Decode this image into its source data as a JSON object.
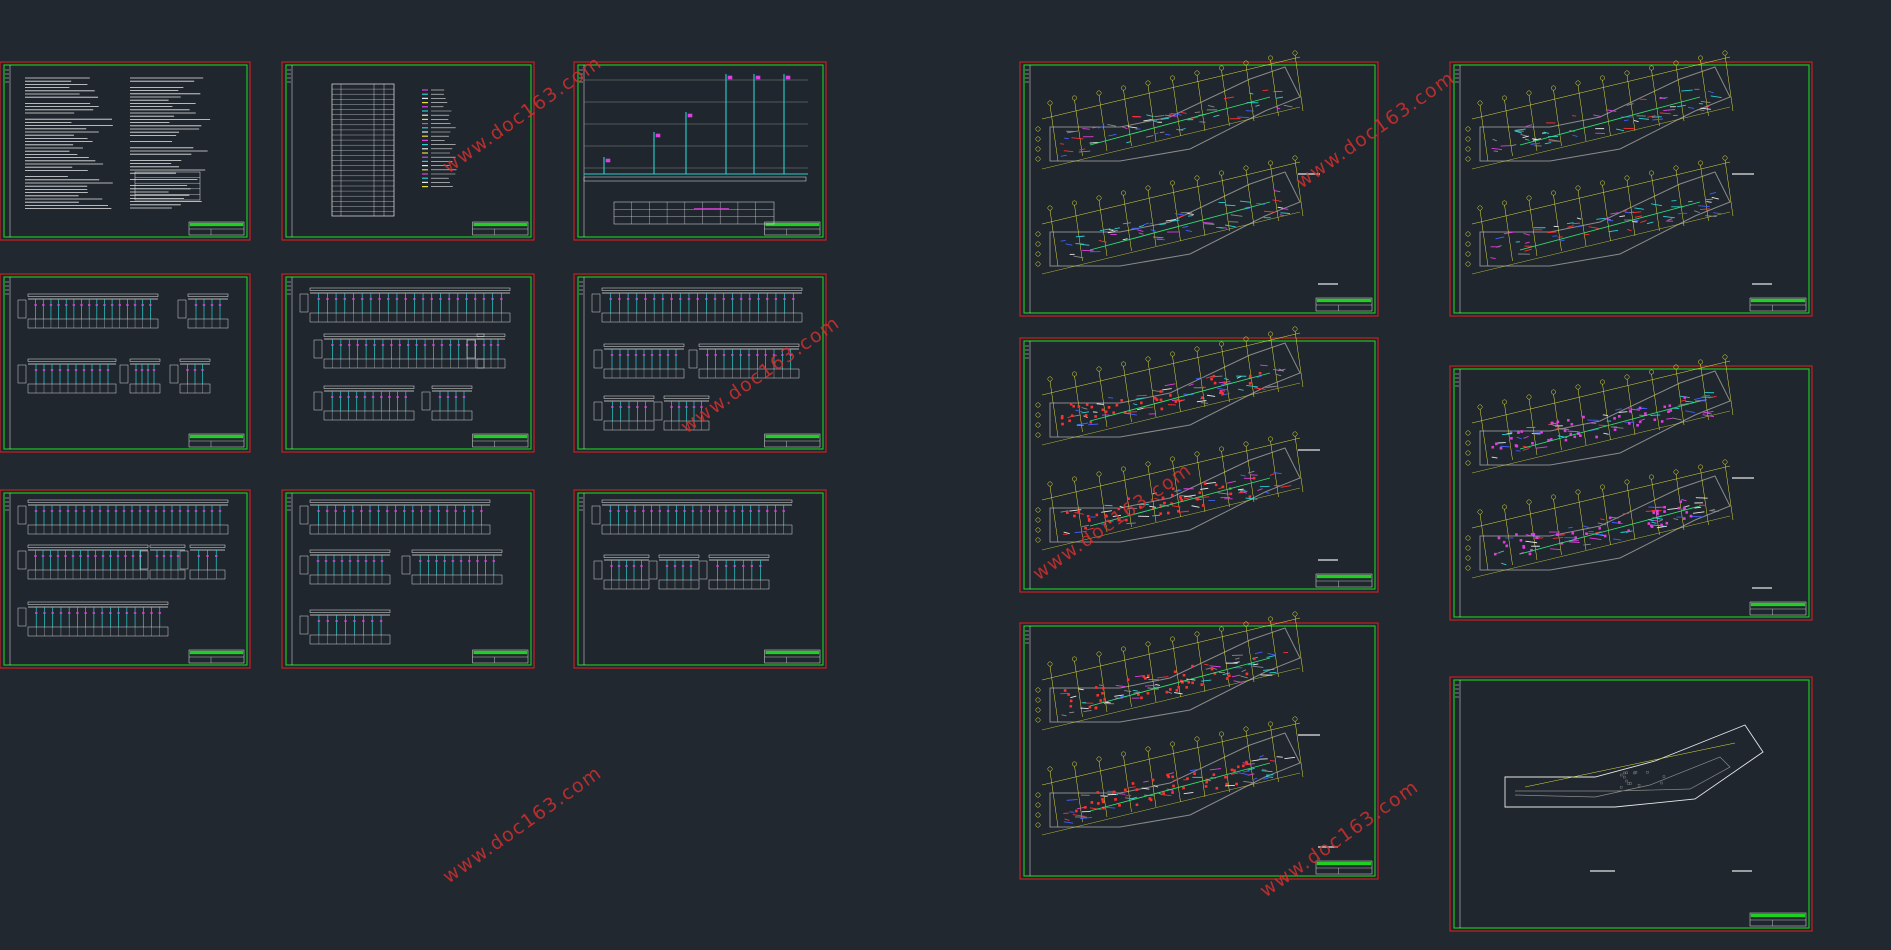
{
  "watermark": {
    "text": "www.doc163.com"
  },
  "colors": {
    "background": "#212830",
    "sheet_outer_border": "#c82020",
    "sheet_inner_border": "#20d020",
    "cad_white": "#e8e8e8",
    "cad_cyan": "#28d0d0",
    "cad_magenta": "#e040e0",
    "cad_yellow": "#e0e040",
    "cad_red": "#ff3030",
    "cad_blue": "#4060ff",
    "cad_gray": "#8a8a8a"
  },
  "sheets": [
    {
      "id": "design-notes",
      "kind": "text-notes"
    },
    {
      "id": "legend-table",
      "kind": "legend"
    },
    {
      "id": "riser-diagram",
      "kind": "riser"
    },
    {
      "id": "distribution-1",
      "kind": "schematic"
    },
    {
      "id": "distribution-2",
      "kind": "schematic"
    },
    {
      "id": "distribution-3",
      "kind": "schematic"
    },
    {
      "id": "distribution-4",
      "kind": "schematic"
    },
    {
      "id": "distribution-5",
      "kind": "schematic"
    },
    {
      "id": "distribution-6",
      "kind": "schematic"
    },
    {
      "id": "floor-plan-1",
      "kind": "plan"
    },
    {
      "id": "floor-plan-2",
      "kind": "plan"
    },
    {
      "id": "floor-plan-3",
      "kind": "plan"
    },
    {
      "id": "floor-plan-4",
      "kind": "plan"
    },
    {
      "id": "floor-plan-5",
      "kind": "plan"
    },
    {
      "id": "roof-plan",
      "kind": "roof"
    }
  ]
}
